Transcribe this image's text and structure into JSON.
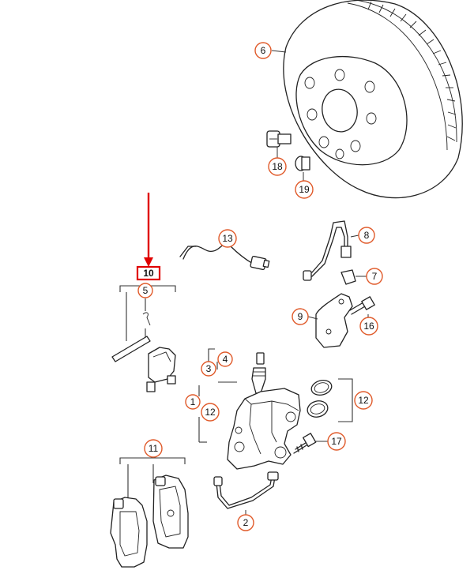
{
  "diagram": {
    "highlighted_callout": "10",
    "callouts": {
      "c6": "6",
      "c18": "18",
      "c19": "19",
      "c13": "13",
      "c8": "8",
      "c7": "7",
      "c9": "9",
      "c16": "16",
      "c10": "10",
      "c5": "5",
      "c4": "4",
      "c3": "3",
      "c1": "1",
      "c12a": "12",
      "c12b": "12",
      "c17": "17",
      "c11": "11",
      "c2": "2"
    },
    "colors": {
      "callout_ring": "#e05a2a",
      "highlight": "#e00000",
      "line": "#222222"
    }
  }
}
